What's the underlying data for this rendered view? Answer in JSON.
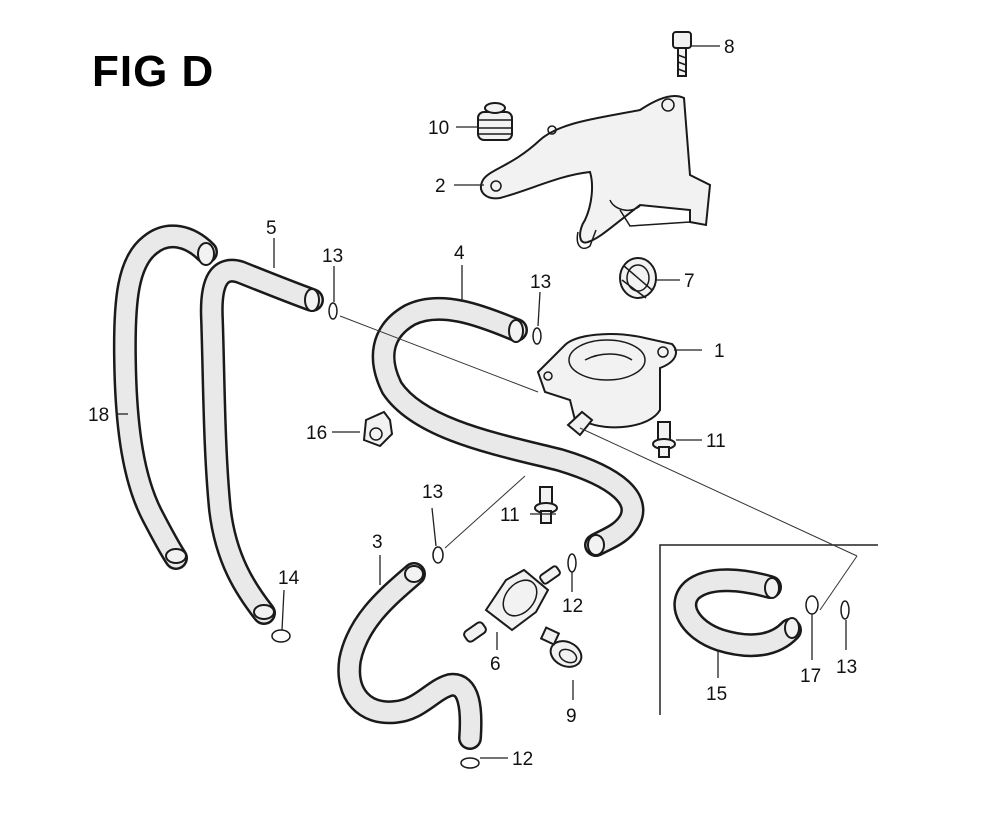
{
  "figure": {
    "title": "FIG D"
  },
  "labels": {
    "p1": "1",
    "p2": "2",
    "p3": "3",
    "p4": "4",
    "p5": "5",
    "p6": "6",
    "p7": "7",
    "p8": "8",
    "p9": "9",
    "p10": "10",
    "p11a": "11",
    "p11b": "11",
    "p12a": "12",
    "p12b": "12",
    "p13a": "13",
    "p13b": "13",
    "p13c": "13",
    "p13d": "13",
    "p14": "14",
    "p15": "15",
    "p16": "16",
    "p17": "17",
    "p18": "18"
  }
}
